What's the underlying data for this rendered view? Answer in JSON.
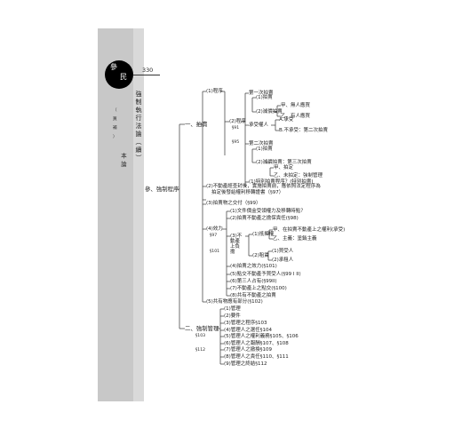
{
  "header": {
    "page_number": "330",
    "tab_chars": [
      "參",
      "民"
    ],
    "side_vertical": [
      "（",
      "買",
      "補",
      "）"
    ],
    "sub_vertical": "本論",
    "title_vertical": "強制執行法論（續）"
  },
  "outline": {
    "root": "參、強制程序",
    "sec1": {
      "label": "一、拍賣",
      "n1": "(1)程序",
      "n1_children": {
        "a_label": "第一次拍賣",
        "a_items": [
          "(1)拍賣",
          "(2)減價拍賣"
        ],
        "a_sub": [
          "甲、無人應買",
          "乙、有人應買"
        ],
        "b_label": "承受權人",
        "b_items": [
          "A.承受",
          "B.不承受：第二次拍賣"
        ],
        "ref1": "§91",
        "n2_label": "(2)程序",
        "ref2": "§95",
        "c_label": "第二次拍賣",
        "c_items": [
          "(1)拍賣",
          "(2)減價拍賣：第三次拍賣"
        ],
        "c_sub": [
          "甲、拍定",
          "乙、未拍定：強制管理"
        ],
        "c_tail": "(1)特別拍賣程序？(特別拍賣)"
      },
      "n2": "(2)不動產經查封後，實施拍賣前，應依照法定程序為",
      "n2b": "拍定後發給權利移轉證書（§97）",
      "n3": "(3)拍賣物之交付（§99）",
      "eff_label": "(4)效力",
      "eff_ref": "§97",
      "eff_items": [
        "(1)文件價金受領權力及移轉時點？",
        "(2)拍賣不動產之擔保責任(§98)"
      ],
      "imm_label": "(3)不動產上負擔",
      "imm_sub": [
        "(1)抵押權",
        "(2)租賃"
      ],
      "imm_detail": [
        "甲、在拍賣不動產上之權利(承受)",
        "乙、主義：塗銷主義"
      ],
      "imm_detail2": [
        "(1)買受人",
        "(2)承租人"
      ],
      "ref101": "§101",
      "eff_more": [
        "(4)拍賣之效力(§101)",
        "(5)點交不動產予買受人(§99 I II)",
        "(6)第三人占有(§99II)",
        "(7)不動產上之點交(§100)",
        "(8)共有不動產之拍賣"
      ],
      "co": "(5)共有物應有部分(§102)"
    },
    "sec2": {
      "label": "二、強制管理",
      "ref_top": "§103",
      "ref_bot": "§112",
      "items": [
        "(1)管理",
        "(2)要件",
        "(3)管理之程序§103",
        "(4)管理人之選任§104",
        "(5)管理人之權利義務§105、§106",
        "(6)管理人之報酬§107、§108",
        "(7)管理人之撤換§109",
        "(8)管理人之責任§110、§111",
        "(9)管理之終結§112"
      ]
    }
  }
}
